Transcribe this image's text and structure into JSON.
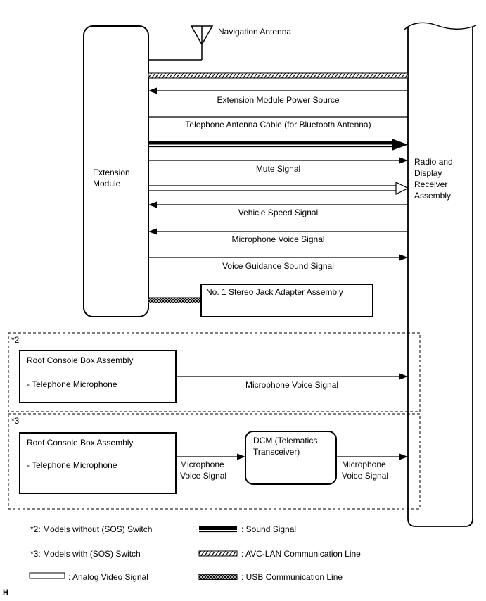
{
  "title": "Extension module system wiring diagram",
  "nodes": {
    "navigation_antenna": "Navigation Antenna",
    "extension_module": "Extension Module",
    "radio_assembly": "Radio and Display Receiver Assembly",
    "stereo_jack": "No. 1 Stereo Jack Adapter Assembly"
  },
  "signals": {
    "power": "Extension Module Power Source",
    "telephone_antenna": "Telephone Antenna Cable (for Bluetooth Antenna)",
    "mute": "Mute Signal",
    "vehicle_speed": "Vehicle Speed Signal",
    "microphone_voice": "Microphone Voice Signal",
    "voice_guidance": "Voice Guidance Sound Signal"
  },
  "section2": {
    "tag": "*2",
    "box_title": "Roof Console Box Assembly",
    "box_item": "- Telephone Microphone",
    "signal": "Microphone Voice Signal"
  },
  "section3": {
    "tag": "*3",
    "box_title": "Roof Console Box Assembly",
    "box_item": "- Telephone Microphone",
    "signal_in": "Microphone Voice Signal",
    "dcm": "DCM (Telematics Transceiver)",
    "signal_out": "Microphone Voice Signal"
  },
  "legend": {
    "note2": "*2: Models without (SOS) Switch",
    "note3": "*3: Models with (SOS) Switch",
    "sound": ": Sound Signal",
    "avclan": ": AVC-LAN Communication Line",
    "analog": ": Analog Video Signal",
    "usb": ": USB Communication Line"
  },
  "footer": {
    "mark": "H"
  },
  "colors": {
    "line": "#000000",
    "background": "#ffffff"
  }
}
